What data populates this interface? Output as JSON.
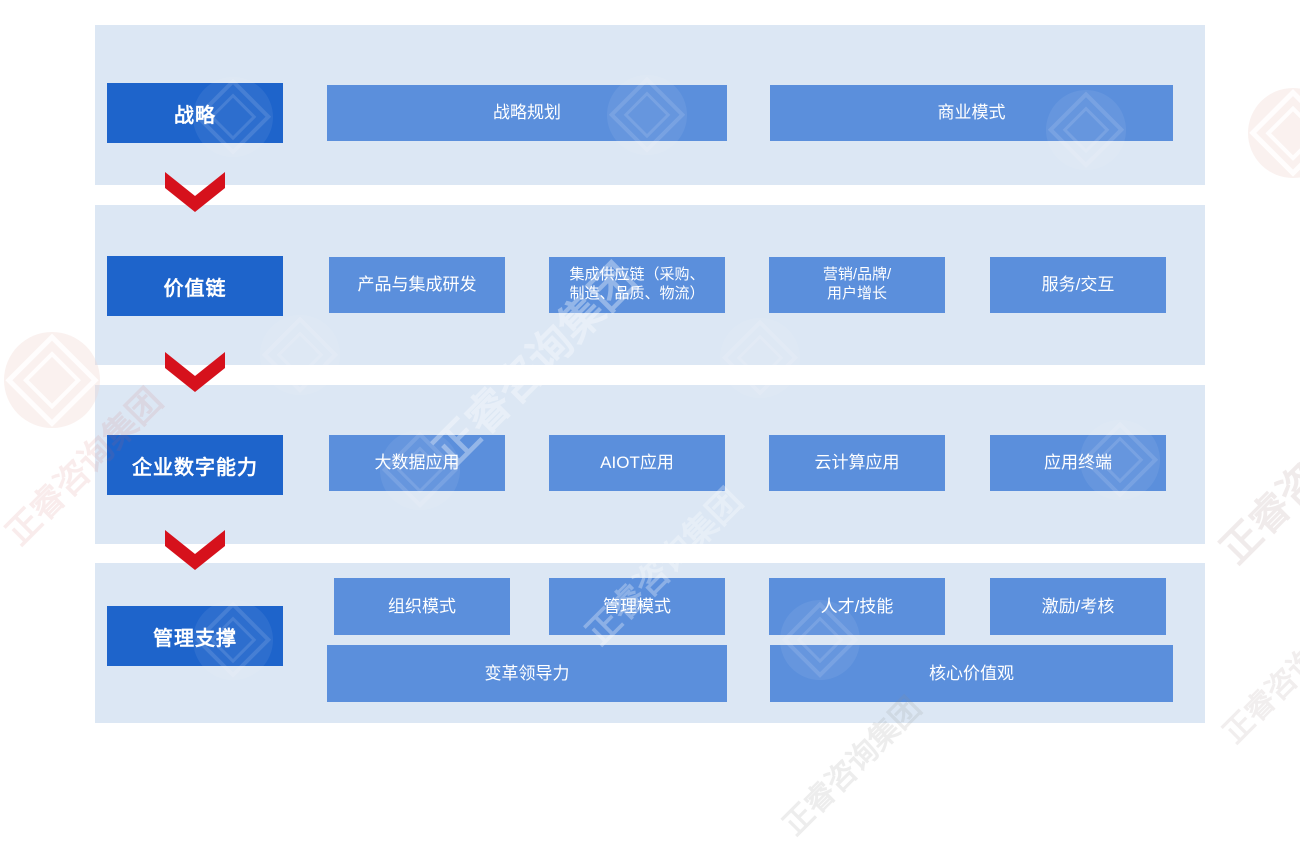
{
  "colors": {
    "band_bg": "#DCE7F4",
    "label_bg": "#1E64CB",
    "item_bg": "#5B8FDC",
    "arrow_red": "#D6111C",
    "text_white": "#FFFFFF"
  },
  "watermark": {
    "logo_text": "正睿咨询集团"
  },
  "rows": {
    "strategy": {
      "label": "战略",
      "items": {
        "planning": "战略规划",
        "business_model": "商业模式"
      }
    },
    "value_chain": {
      "label": "价值链",
      "items": {
        "rd": "产品与集成研发",
        "supply_line1": "集成供应链（采购、",
        "supply_line2": "制造、品质、物流）",
        "marketing_line1": "营销/品牌/",
        "marketing_line2": "用户增长",
        "service": "服务/交互"
      }
    },
    "digital": {
      "label": "企业数字能力",
      "items": {
        "bigdata": "大数据应用",
        "aiot": "AIOT应用",
        "cloud": "云计算应用",
        "terminal": "应用终端"
      }
    },
    "management": {
      "label": "管理支撑",
      "items": {
        "org": "组织模式",
        "mgmt": "管理模式",
        "talent": "人才/技能",
        "incentive": "激励/考核",
        "leadership": "变革领导力",
        "values": "核心价值观"
      }
    }
  }
}
